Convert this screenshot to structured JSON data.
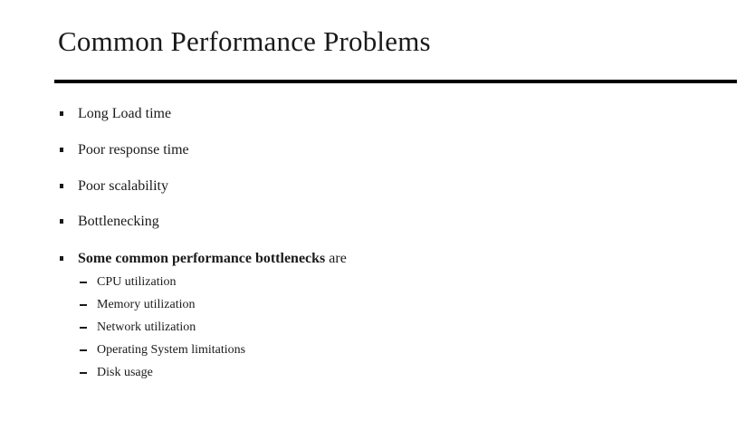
{
  "slide": {
    "title": "Common Performance Problems",
    "bullets": [
      "Long Load time",
      "Poor response time",
      "Poor scalability",
      "Bottlenecking"
    ],
    "last_bullet": {
      "bold_text": "Some common performance bottlenecks",
      "rest_text": " are",
      "sub_items": [
        "CPU utilization",
        "Memory utilization",
        "Network utilization",
        "Operating System limitations",
        "Disk usage"
      ]
    },
    "text_color": "#1a1a1a",
    "rule_color": "#000000"
  }
}
